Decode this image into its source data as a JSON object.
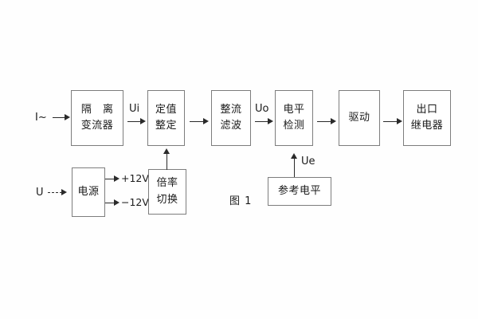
{
  "figure": {
    "caption": "图 1",
    "background_color": "#fefefe",
    "box_border_color": "#7d7d7d",
    "line_color": "#2a2a2a",
    "text_color": "#1a1a1a"
  },
  "blocks": [
    {
      "id": "isolation-transformer",
      "line1": "隔 离",
      "line2": "变流器"
    },
    {
      "id": "setting-value",
      "line1": "定值",
      "line2": "整定"
    },
    {
      "id": "rectify-filter",
      "line1": "整流",
      "line2": "滤波"
    },
    {
      "id": "level-detection",
      "line1": "电平",
      "line2": "检测"
    },
    {
      "id": "drive",
      "line1": "驱动",
      "line2": ""
    },
    {
      "id": "output-relay",
      "line1": "出口",
      "line2": "继电器"
    },
    {
      "id": "power-supply",
      "line1": "电源",
      "line2": ""
    },
    {
      "id": "multiplier-switch",
      "line1": "倍率",
      "line2": "切换"
    },
    {
      "id": "reference-level",
      "line1": "参考电平",
      "line2": ""
    }
  ],
  "signals": {
    "current_input": "I~",
    "voltage_input": "U",
    "ui": "Ui",
    "uo": "Uo",
    "ue": "Ue",
    "rail_positive": "+12V",
    "rail_negative": "−12V"
  }
}
